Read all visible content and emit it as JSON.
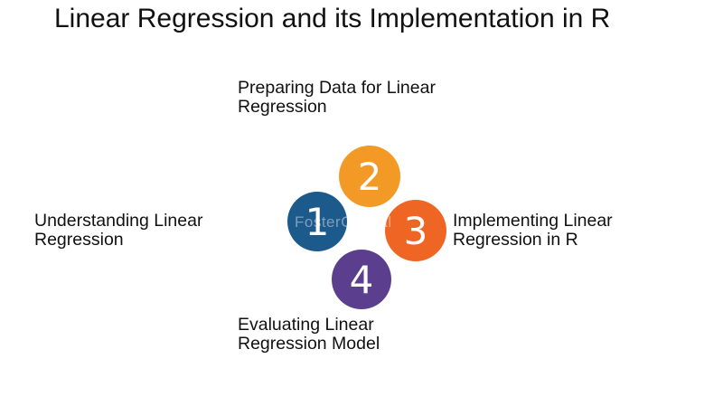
{
  "title": "Linear Regression and its Implementation in R",
  "steps": [
    {
      "number": "1",
      "line1": "Understanding Linear",
      "line2": "Regression",
      "color": "#1c5a8c"
    },
    {
      "number": "2",
      "line1": "Preparing Data for Linear",
      "line2": "Regression",
      "color": "#f39a26"
    },
    {
      "number": "3",
      "line1": "Implementing Linear",
      "line2": "Regression in R",
      "color": "#ee6524"
    },
    {
      "number": "4",
      "line1": "Evaluating Linear",
      "line2": "Regression Model",
      "color": "#5b3f8e"
    }
  ],
  "watermark": "FosterCapital"
}
